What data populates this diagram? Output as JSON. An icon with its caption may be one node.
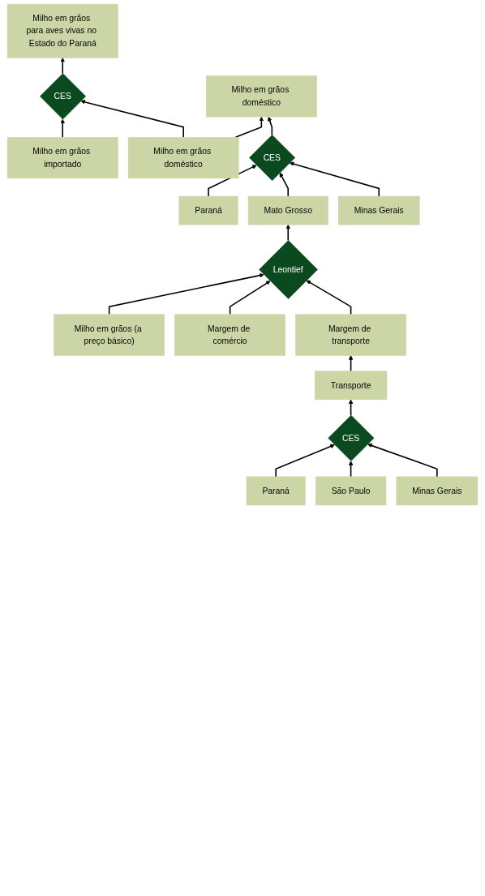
{
  "diagram": {
    "nodes": [
      {
        "text": [
          "Milho em grãos para aves vivas no Estado do Paraná"
        ]
      },
      {
        "text": [
          "CES"
        ]
      },
      {
        "text": [
          "Milho em grãos importado"
        ]
      },
      {
        "text": [
          "Milho em grãos doméstico"
        ]
      },
      {
        "text": [
          "Milho em grãos doméstico"
        ]
      },
      {
        "text": [
          "CES"
        ]
      },
      {
        "text": [
          "Paraná"
        ]
      },
      {
        "text": [
          "Mato Grosso"
        ]
      },
      {
        "text": [
          "Minas Gerais"
        ]
      },
      {
        "text": [
          "Milho em grãos (a preço básico)"
        ]
      },
      {
        "text": [
          "Leontief"
        ]
      },
      {
        "text": [
          "Margem de comércio"
        ]
      },
      {
        "text": [
          "Margem de transporte"
        ]
      },
      {
        "text": [
          "Transporte"
        ]
      },
      {
        "text": [
          "CES"
        ]
      },
      {
        "text": [
          "Paraná"
        ]
      },
      {
        "text": [
          "São Paulo"
        ]
      },
      {
        "text": [
          "Minas Gerais"
        ]
      }
    ],
    "edges": [
      {
        "from": 1,
        "to": 0,
        "arrow": "to"
      },
      {
        "from": 2,
        "to": 1,
        "arrow": "to"
      },
      {
        "from": 3,
        "to": 1,
        "arrow": "to"
      },
      {
        "from": 3,
        "to": 4,
        "arrow": "to"
      },
      {
        "from": 5,
        "to": 4,
        "arrow": "to"
      },
      {
        "from": 6,
        "to": 5,
        "arrow": "to"
      },
      {
        "from": 7,
        "to": 5,
        "arrow": "to"
      },
      {
        "from": 8,
        "to": 5,
        "arrow": "to"
      },
      {
        "from": 10,
        "to": 7,
        "arrow": "to"
      },
      {
        "from": 9,
        "to": 10,
        "arrow": "to"
      },
      {
        "from": 11,
        "to": 10,
        "arrow": "to"
      },
      {
        "from": 12,
        "to": 10,
        "arrow": "to"
      },
      {
        "from": 13,
        "to": 12,
        "arrow": "to"
      },
      {
        "from": 14,
        "to": 13,
        "arrow": "to"
      },
      {
        "from": 15,
        "to": 14,
        "arrow": "to"
      },
      {
        "from": 16,
        "to": 14,
        "arrow": "to"
      },
      {
        "from": 17,
        "to": 14,
        "arrow": "to"
      }
    ]
  }
}
